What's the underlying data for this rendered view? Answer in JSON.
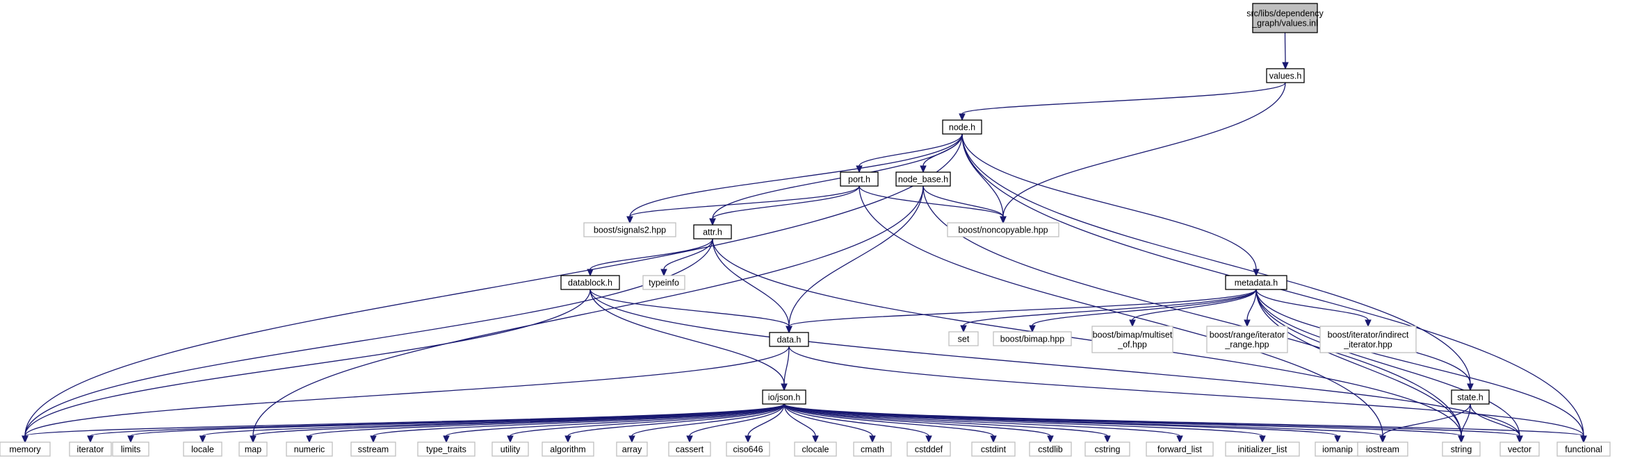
{
  "graph": {
    "edge_color": "#191970",
    "root_fill": "#bfbfbf",
    "external_border": "#bfbfbf",
    "nodes": [
      {
        "id": "root",
        "lines": [
          "src/libs/dependency",
          "_graph/values.inl"
        ],
        "kind": "root"
      },
      {
        "id": "values_h",
        "lines": [
          "values.h"
        ],
        "kind": "header"
      },
      {
        "id": "node_h",
        "lines": [
          "node.h"
        ],
        "kind": "header"
      },
      {
        "id": "port_h",
        "lines": [
          "port.h"
        ],
        "kind": "header"
      },
      {
        "id": "node_base_h",
        "lines": [
          "node_base.h"
        ],
        "kind": "header"
      },
      {
        "id": "boost_signals2",
        "lines": [
          "boost/signals2.hpp"
        ],
        "kind": "external"
      },
      {
        "id": "boost_noncopyable",
        "lines": [
          "boost/noncopyable.hpp"
        ],
        "kind": "external"
      },
      {
        "id": "attr_h",
        "lines": [
          "attr.h"
        ],
        "kind": "header"
      },
      {
        "id": "datablock_h",
        "lines": [
          "datablock.h"
        ],
        "kind": "header"
      },
      {
        "id": "typeinfo",
        "lines": [
          "typeinfo"
        ],
        "kind": "external"
      },
      {
        "id": "metadata_h",
        "lines": [
          "metadata.h"
        ],
        "kind": "header"
      },
      {
        "id": "data_h",
        "lines": [
          "data.h"
        ],
        "kind": "header"
      },
      {
        "id": "set",
        "lines": [
          "set"
        ],
        "kind": "external"
      },
      {
        "id": "boost_bimap",
        "lines": [
          "boost/bimap.hpp"
        ],
        "kind": "external"
      },
      {
        "id": "boost_multiset",
        "lines": [
          "boost/bimap/multiset",
          "_of.hpp"
        ],
        "kind": "external"
      },
      {
        "id": "boost_range",
        "lines": [
          "boost/range/iterator",
          "_range.hpp"
        ],
        "kind": "external"
      },
      {
        "id": "boost_indirect",
        "lines": [
          "boost/iterator/indirect",
          "_iterator.hpp"
        ],
        "kind": "external"
      },
      {
        "id": "io_json_h",
        "lines": [
          "io/json.h"
        ],
        "kind": "header"
      },
      {
        "id": "state_h",
        "lines": [
          "state.h"
        ],
        "kind": "header"
      },
      {
        "id": "memory",
        "lines": [
          "memory"
        ],
        "kind": "external"
      },
      {
        "id": "iterator",
        "lines": [
          "iterator"
        ],
        "kind": "external"
      },
      {
        "id": "limits",
        "lines": [
          "limits"
        ],
        "kind": "external"
      },
      {
        "id": "locale",
        "lines": [
          "locale"
        ],
        "kind": "external"
      },
      {
        "id": "map",
        "lines": [
          "map"
        ],
        "kind": "external"
      },
      {
        "id": "numeric",
        "lines": [
          "numeric"
        ],
        "kind": "external"
      },
      {
        "id": "sstream",
        "lines": [
          "sstream"
        ],
        "kind": "external"
      },
      {
        "id": "type_traits",
        "lines": [
          "type_traits"
        ],
        "kind": "external"
      },
      {
        "id": "utility",
        "lines": [
          "utility"
        ],
        "kind": "external"
      },
      {
        "id": "algorithm",
        "lines": [
          "algorithm"
        ],
        "kind": "external"
      },
      {
        "id": "array",
        "lines": [
          "array"
        ],
        "kind": "external"
      },
      {
        "id": "cassert",
        "lines": [
          "cassert"
        ],
        "kind": "external"
      },
      {
        "id": "ciso646",
        "lines": [
          "ciso646"
        ],
        "kind": "external"
      },
      {
        "id": "clocale",
        "lines": [
          "clocale"
        ],
        "kind": "external"
      },
      {
        "id": "cmath",
        "lines": [
          "cmath"
        ],
        "kind": "external"
      },
      {
        "id": "cstddef",
        "lines": [
          "cstddef"
        ],
        "kind": "external"
      },
      {
        "id": "cstdint",
        "lines": [
          "cstdint"
        ],
        "kind": "external"
      },
      {
        "id": "cstdlib",
        "lines": [
          "cstdlib"
        ],
        "kind": "external"
      },
      {
        "id": "cstring",
        "lines": [
          "cstring"
        ],
        "kind": "external"
      },
      {
        "id": "forward_list",
        "lines": [
          "forward_list"
        ],
        "kind": "external"
      },
      {
        "id": "initializer_list",
        "lines": [
          "initializer_list"
        ],
        "kind": "external"
      },
      {
        "id": "iomanip",
        "lines": [
          "iomanip"
        ],
        "kind": "external"
      },
      {
        "id": "iostream",
        "lines": [
          "iostream"
        ],
        "kind": "external"
      },
      {
        "id": "string",
        "lines": [
          "string"
        ],
        "kind": "external"
      },
      {
        "id": "vector",
        "lines": [
          "vector"
        ],
        "kind": "external"
      },
      {
        "id": "functional",
        "lines": [
          "functional"
        ],
        "kind": "external"
      }
    ],
    "edges": [
      [
        "root",
        "values_h"
      ],
      [
        "values_h",
        "node_h"
      ],
      [
        "values_h",
        "boost_noncopyable"
      ],
      [
        "node_h",
        "port_h"
      ],
      [
        "node_h",
        "node_base_h"
      ],
      [
        "node_h",
        "boost_signals2"
      ],
      [
        "node_h",
        "boost_noncopyable"
      ],
      [
        "node_h",
        "attr_h"
      ],
      [
        "node_h",
        "metadata_h"
      ],
      [
        "node_h",
        "memory"
      ],
      [
        "node_h",
        "state_h"
      ],
      [
        "node_h",
        "functional"
      ],
      [
        "port_h",
        "boost_signals2"
      ],
      [
        "port_h",
        "attr_h"
      ],
      [
        "port_h",
        "boost_noncopyable"
      ],
      [
        "port_h",
        "iostream"
      ],
      [
        "node_base_h",
        "boost_noncopyable"
      ],
      [
        "node_base_h",
        "data_h"
      ],
      [
        "node_base_h",
        "map"
      ],
      [
        "node_base_h",
        "string"
      ],
      [
        "attr_h",
        "datablock_h"
      ],
      [
        "attr_h",
        "typeinfo"
      ],
      [
        "attr_h",
        "data_h"
      ],
      [
        "attr_h",
        "memory"
      ],
      [
        "attr_h",
        "string"
      ],
      [
        "datablock_h",
        "data_h"
      ],
      [
        "datablock_h",
        "io_json_h"
      ],
      [
        "datablock_h",
        "memory"
      ],
      [
        "datablock_h",
        "vector"
      ],
      [
        "metadata_h",
        "data_h"
      ],
      [
        "metadata_h",
        "set"
      ],
      [
        "metadata_h",
        "boost_bimap"
      ],
      [
        "metadata_h",
        "boost_multiset"
      ],
      [
        "metadata_h",
        "boost_range"
      ],
      [
        "metadata_h",
        "boost_indirect"
      ],
      [
        "metadata_h",
        "string"
      ],
      [
        "metadata_h",
        "state_h"
      ],
      [
        "metadata_h",
        "vector"
      ],
      [
        "metadata_h",
        "functional"
      ],
      [
        "data_h",
        "io_json_h"
      ],
      [
        "data_h",
        "memory"
      ],
      [
        "data_h",
        "functional"
      ],
      [
        "state_h",
        "iostream"
      ],
      [
        "state_h",
        "string"
      ],
      [
        "state_h",
        "vector"
      ],
      [
        "io_json_h",
        "memory"
      ],
      [
        "io_json_h",
        "iterator"
      ],
      [
        "io_json_h",
        "limits"
      ],
      [
        "io_json_h",
        "locale"
      ],
      [
        "io_json_h",
        "map"
      ],
      [
        "io_json_h",
        "numeric"
      ],
      [
        "io_json_h",
        "sstream"
      ],
      [
        "io_json_h",
        "type_traits"
      ],
      [
        "io_json_h",
        "utility"
      ],
      [
        "io_json_h",
        "algorithm"
      ],
      [
        "io_json_h",
        "array"
      ],
      [
        "io_json_h",
        "cassert"
      ],
      [
        "io_json_h",
        "ciso646"
      ],
      [
        "io_json_h",
        "clocale"
      ],
      [
        "io_json_h",
        "cmath"
      ],
      [
        "io_json_h",
        "cstddef"
      ],
      [
        "io_json_h",
        "cstdint"
      ],
      [
        "io_json_h",
        "cstdlib"
      ],
      [
        "io_json_h",
        "cstring"
      ],
      [
        "io_json_h",
        "forward_list"
      ],
      [
        "io_json_h",
        "initializer_list"
      ],
      [
        "io_json_h",
        "iomanip"
      ],
      [
        "io_json_h",
        "iostream"
      ],
      [
        "io_json_h",
        "string"
      ],
      [
        "io_json_h",
        "vector"
      ],
      [
        "io_json_h",
        "functional"
      ]
    ]
  }
}
